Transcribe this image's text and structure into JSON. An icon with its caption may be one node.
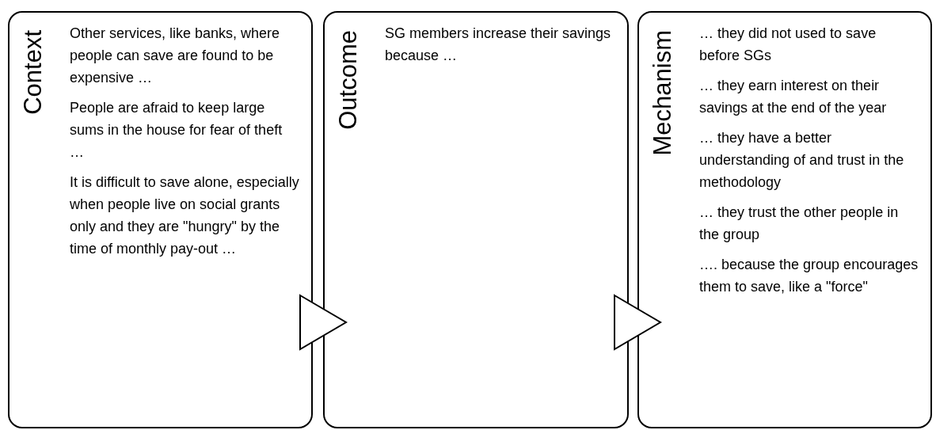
{
  "diagram": {
    "nodes": [
      {
        "text": [
          "Context",
          "Other services, like banks, where people can save are found to be expensive …",
          "People are afraid to keep large sums in the house for fear of theft …",
          "It is difficult to save alone, especially when people live on social grants only and they are \"hungry\" by the time of monthly pay-out …"
        ]
      },
      {
        "text": [
          "Outcome",
          "SG members increase their savings because …"
        ]
      },
      {
        "text": [
          "Mechanism",
          "… they did not used to save before SGs",
          "… they earn interest on their savings at the end of the year",
          "… they have a better understanding of and trust in the methodology",
          "… they trust the other people in the group",
          "…. because the group encourages them to save, like a \"force\""
        ]
      }
    ],
    "edges": [
      {
        "from": 0,
        "to": 1,
        "arrow": "to"
      },
      {
        "from": 1,
        "to": 2,
        "arrow": "to"
      }
    ]
  }
}
